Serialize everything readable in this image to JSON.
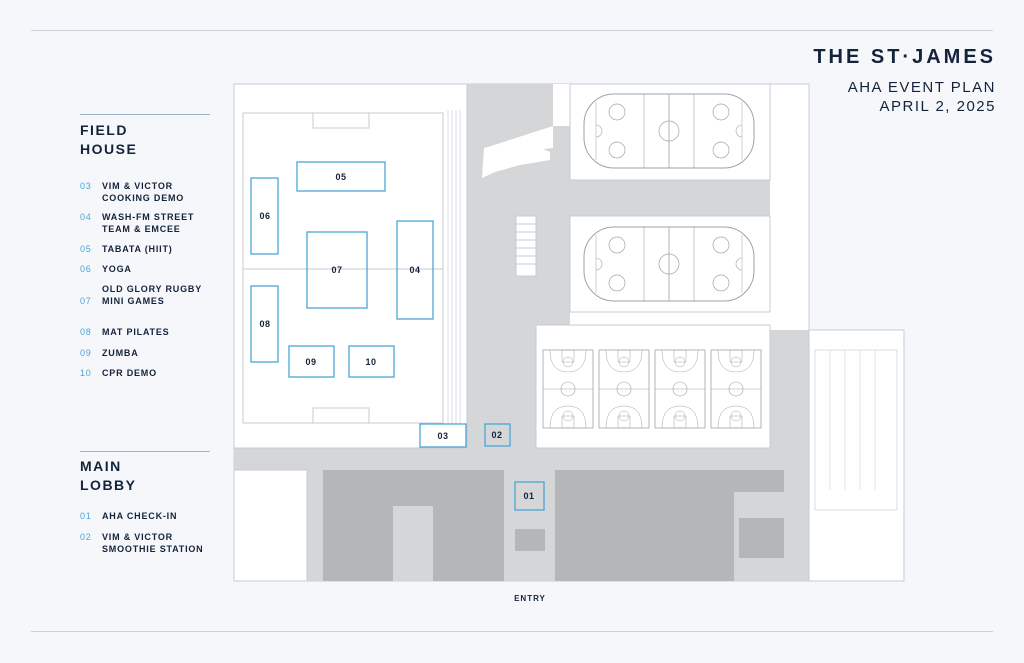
{
  "brand": {
    "title": "THE ST·JAMES",
    "subtitle_line1": "AHA EVENT PLAN",
    "subtitle_line2": "APRIL 2, 2025"
  },
  "field_house": {
    "title_line1": "FIELD",
    "title_line2": "HOUSE",
    "items": [
      {
        "num": "03",
        "label": "VIM & VICTOR COOKING DEMO"
      },
      {
        "num": "04",
        "label": "WASH-FM STREET TEAM & EMCEE"
      },
      {
        "num": "05",
        "label": "TABATA (HIIT)"
      },
      {
        "num": "06",
        "label": "YOGA"
      },
      {
        "num": "07",
        "label": "OLD GLORY RUGBY MINI GAMES"
      },
      {
        "num": "08",
        "label": "MAT PILATES"
      },
      {
        "num": "09",
        "label": "ZUMBA"
      },
      {
        "num": "10",
        "label": "CPR DEMO"
      }
    ]
  },
  "main_lobby": {
    "title_line1": "MAIN",
    "title_line2": "LOBBY",
    "items": [
      {
        "num": "01",
        "label": "AHA CHECK-IN"
      },
      {
        "num": "02",
        "label": "VIM & VICTOR SMOOTHIE STATION"
      }
    ]
  },
  "map": {
    "stations": {
      "s01": "01",
      "s02": "02",
      "s03": "03",
      "s04": "04",
      "s05": "05",
      "s06": "06",
      "s07": "07",
      "s08": "08",
      "s09": "09",
      "s10": "10"
    },
    "entry_label": "ENTRY"
  },
  "colors": {
    "accent": "#4aa6d6",
    "navy": "#14233b",
    "corridor": "#d5d6d8",
    "dark_block": "#b5b6b8",
    "outline": "#c5ccd6"
  }
}
